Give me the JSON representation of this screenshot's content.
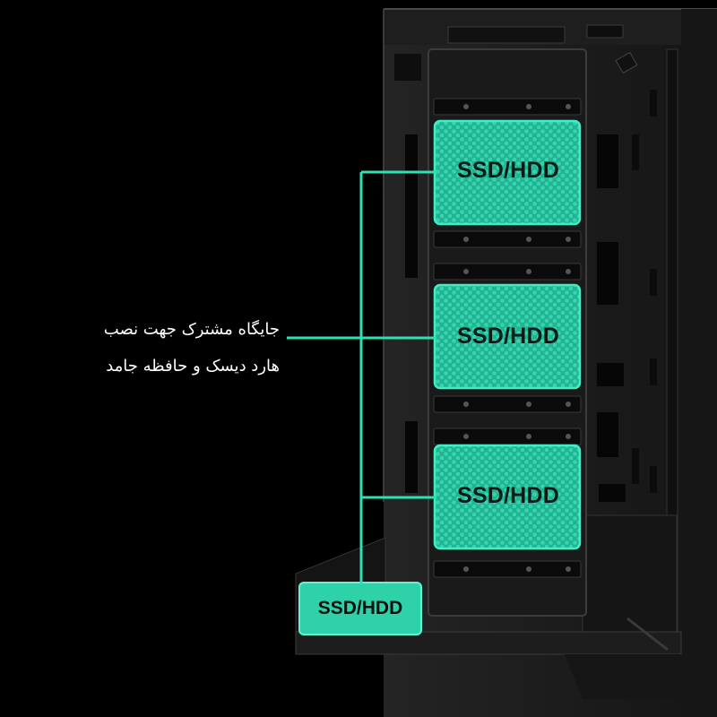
{
  "callout": {
    "line1": "جایگاه مشترک جهت نصب",
    "line2": "هارد دیسک و حافظه جامد"
  },
  "bays": [
    {
      "label": "SSD/HDD"
    },
    {
      "label": "SSD/HDD"
    },
    {
      "label": "SSD/HDD"
    }
  ],
  "bottom_bay": {
    "label": "SSD/HDD"
  },
  "colors": {
    "accent": "#2ee0b4",
    "bay_fill": "#23b896",
    "bottom_fill": "#2fd1a8",
    "case": "#1b1b1b",
    "background": "#000000"
  }
}
